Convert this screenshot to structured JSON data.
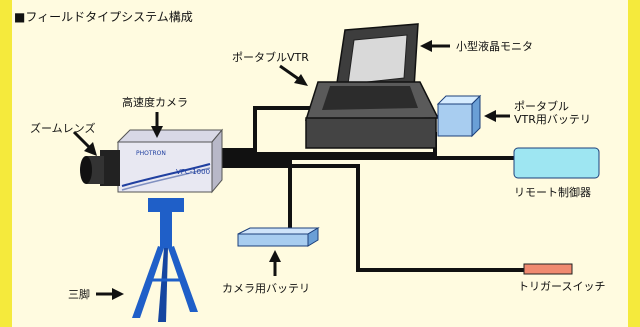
{
  "title": "■フィールドタイプシステム構成",
  "labels": {
    "monitor": "小型液晶モニタ",
    "vtr": "ポータブルVTR",
    "camera": "高速度カメラ",
    "zoom_lens": "ズームレンズ",
    "vtr_battery_line1": "ポータブル",
    "vtr_battery_line2": "VTR用バッテリ",
    "remote": "リモート制御器",
    "camera_battery": "カメラ用バッテリ",
    "trigger": "トリガースイッチ",
    "tripod": "三脚"
  },
  "camera_text": {
    "brand": "PHOTRON",
    "model": "VFC-1000"
  },
  "colors": {
    "background": "#f5ea3c",
    "panel": "#fffbe0",
    "cable": "#111111",
    "remote": "#9ee6f2",
    "battery": "#a8cdf0",
    "trigger": "#f08a70",
    "tripod": "#1f5fc8",
    "vtr": "#4a4a4a"
  }
}
